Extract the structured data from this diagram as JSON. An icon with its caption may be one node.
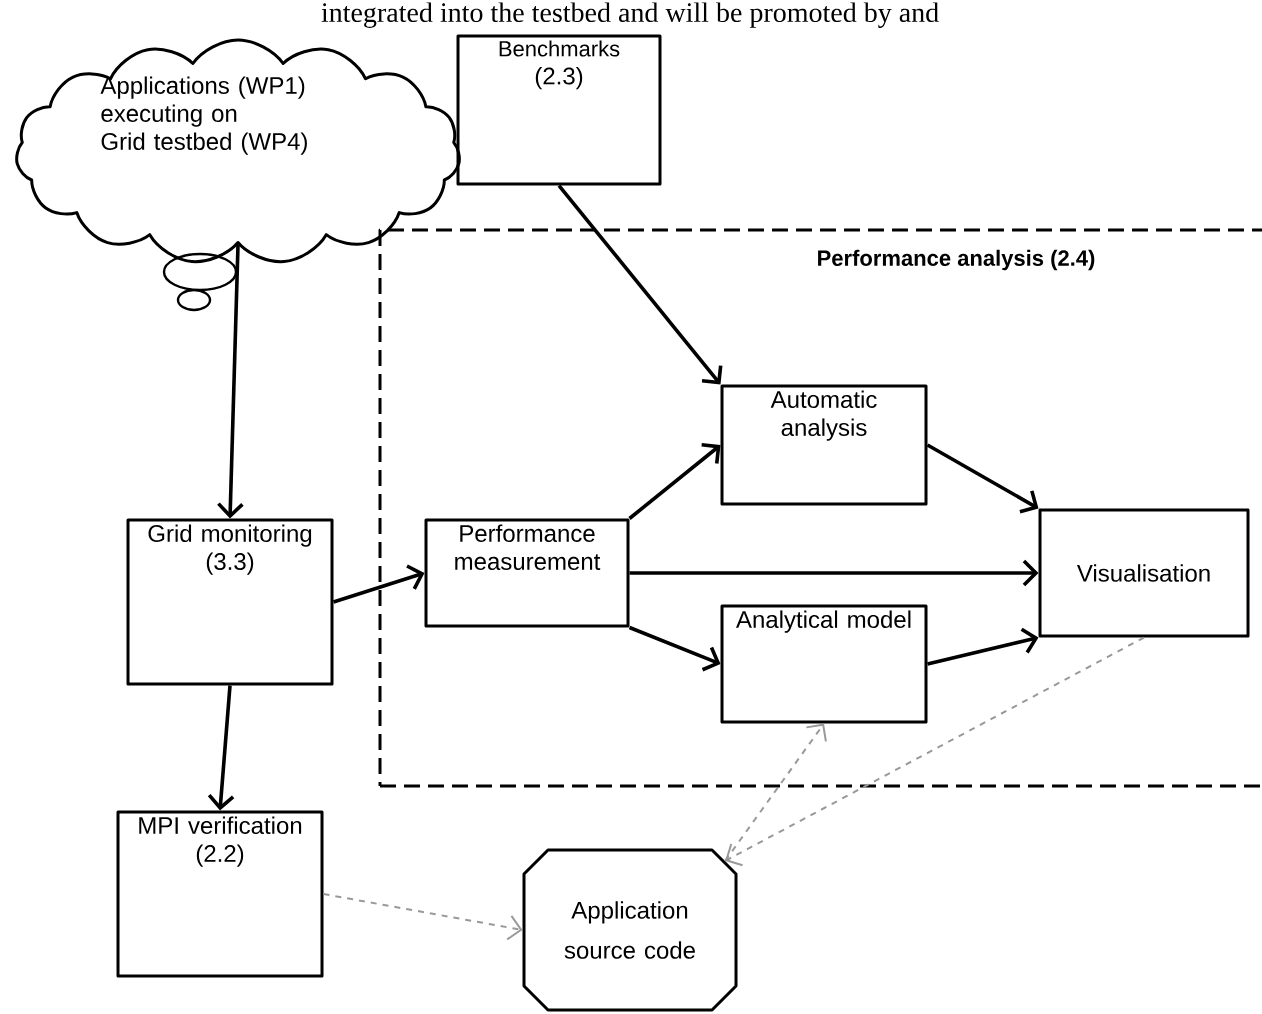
{
  "diagram": {
    "nodes": [
      {
        "text": [
          "Applications (WP1)",
          "executing on",
          "Grid testbed (WP4)"
        ]
      },
      {
        "text": [
          "Benchmarks",
          "(2.3)"
        ]
      },
      {
        "text": [
          "Performance analysis (2.4)"
        ]
      },
      {
        "text": [
          "Grid monitoring (3.3)"
        ]
      },
      {
        "text": [
          "Performance measurement"
        ],
        "in": 2
      },
      {
        "text": [
          "Automatic analysis"
        ],
        "in": 2
      },
      {
        "text": [
          "Analytical model"
        ],
        "in": 2
      },
      {
        "text": [
          "Visualisation"
        ],
        "in": 2
      },
      {
        "text": [
          "MPI verification (2.2)"
        ]
      },
      {
        "text": [
          "Application",
          "source code"
        ]
      }
    ],
    "edges": [
      {
        "from": 0,
        "to": 3,
        "arrow": "to"
      },
      {
        "from": 1,
        "to": 5,
        "arrow": "to"
      },
      {
        "from": 3,
        "to": 4,
        "arrow": "to"
      },
      {
        "from": 4,
        "to": 5,
        "arrow": "to"
      },
      {
        "from": 4,
        "to": 7,
        "arrow": "to"
      },
      {
        "from": 4,
        "to": 6,
        "arrow": "to"
      },
      {
        "from": 5,
        "to": 7,
        "arrow": "to"
      },
      {
        "from": 6,
        "to": 7,
        "arrow": "to"
      },
      {
        "from": 3,
        "to": 8,
        "arrow": "to"
      },
      {
        "from": 8,
        "to": 9,
        "arrow": "to",
        "style": "dashed",
        "color": "#999999"
      },
      {
        "from": 9,
        "to": 6,
        "arrow": "to",
        "style": "dashed",
        "color": "#999999"
      },
      {
        "from": 7,
        "to": 9,
        "arrow": "to",
        "style": "dashed",
        "color": "#999999"
      }
    ],
    "labels": [
      "integrated into the testbed and will be promoted by and"
    ]
  }
}
